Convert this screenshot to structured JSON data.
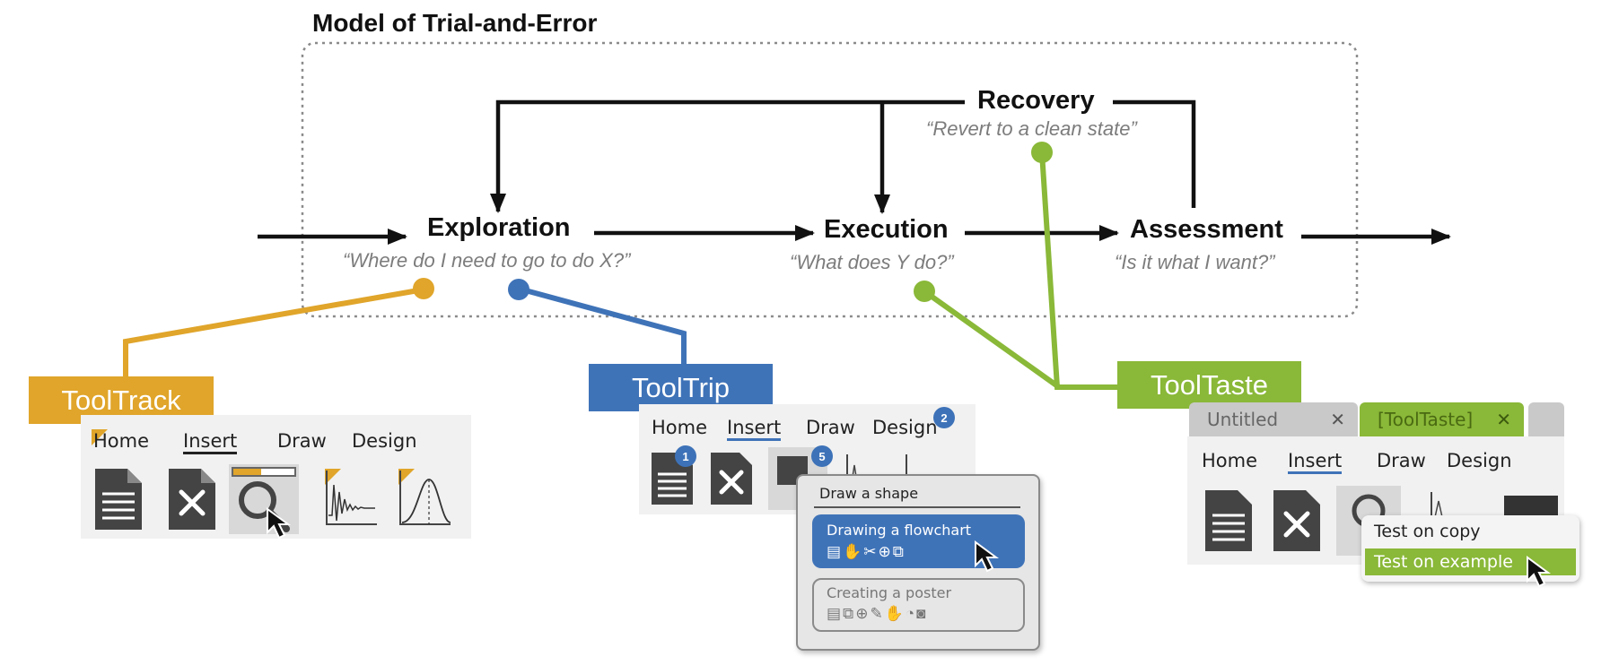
{
  "title": "Model of Trial-and-Error",
  "stages": {
    "exploration": {
      "name": "Exploration",
      "quote": "“Where do I need to go to do X?”"
    },
    "execution": {
      "name": "Execution",
      "quote": "“What does Y do?”"
    },
    "assessment": {
      "name": "Assessment",
      "quote": "“Is it what I want?”"
    },
    "recovery": {
      "name": "Recovery",
      "quote": "“Revert to a clean state”"
    }
  },
  "tools": {
    "tooltrack": {
      "name": "ToolTrack",
      "color": "#e0a52a"
    },
    "tooltrip": {
      "name": "ToolTrip",
      "color": "#3f73b8"
    },
    "tooltaste": {
      "name": "ToolTaste",
      "color": "#8ab838"
    }
  },
  "ribbon": {
    "tabs": [
      "Home",
      "Insert",
      "Draw",
      "Design"
    ]
  },
  "tooltrip_ui": {
    "badges": [
      "1",
      "5",
      "2"
    ],
    "menu_title": "Draw a shape",
    "option1": "Drawing a flowchart",
    "option2": "Creating a poster"
  },
  "tooltaste_ui": {
    "tab1": "Untitled",
    "tab2": "[ToolTaste]",
    "close": "✕",
    "menu1": "Test on copy",
    "menu2": "Test on example"
  }
}
